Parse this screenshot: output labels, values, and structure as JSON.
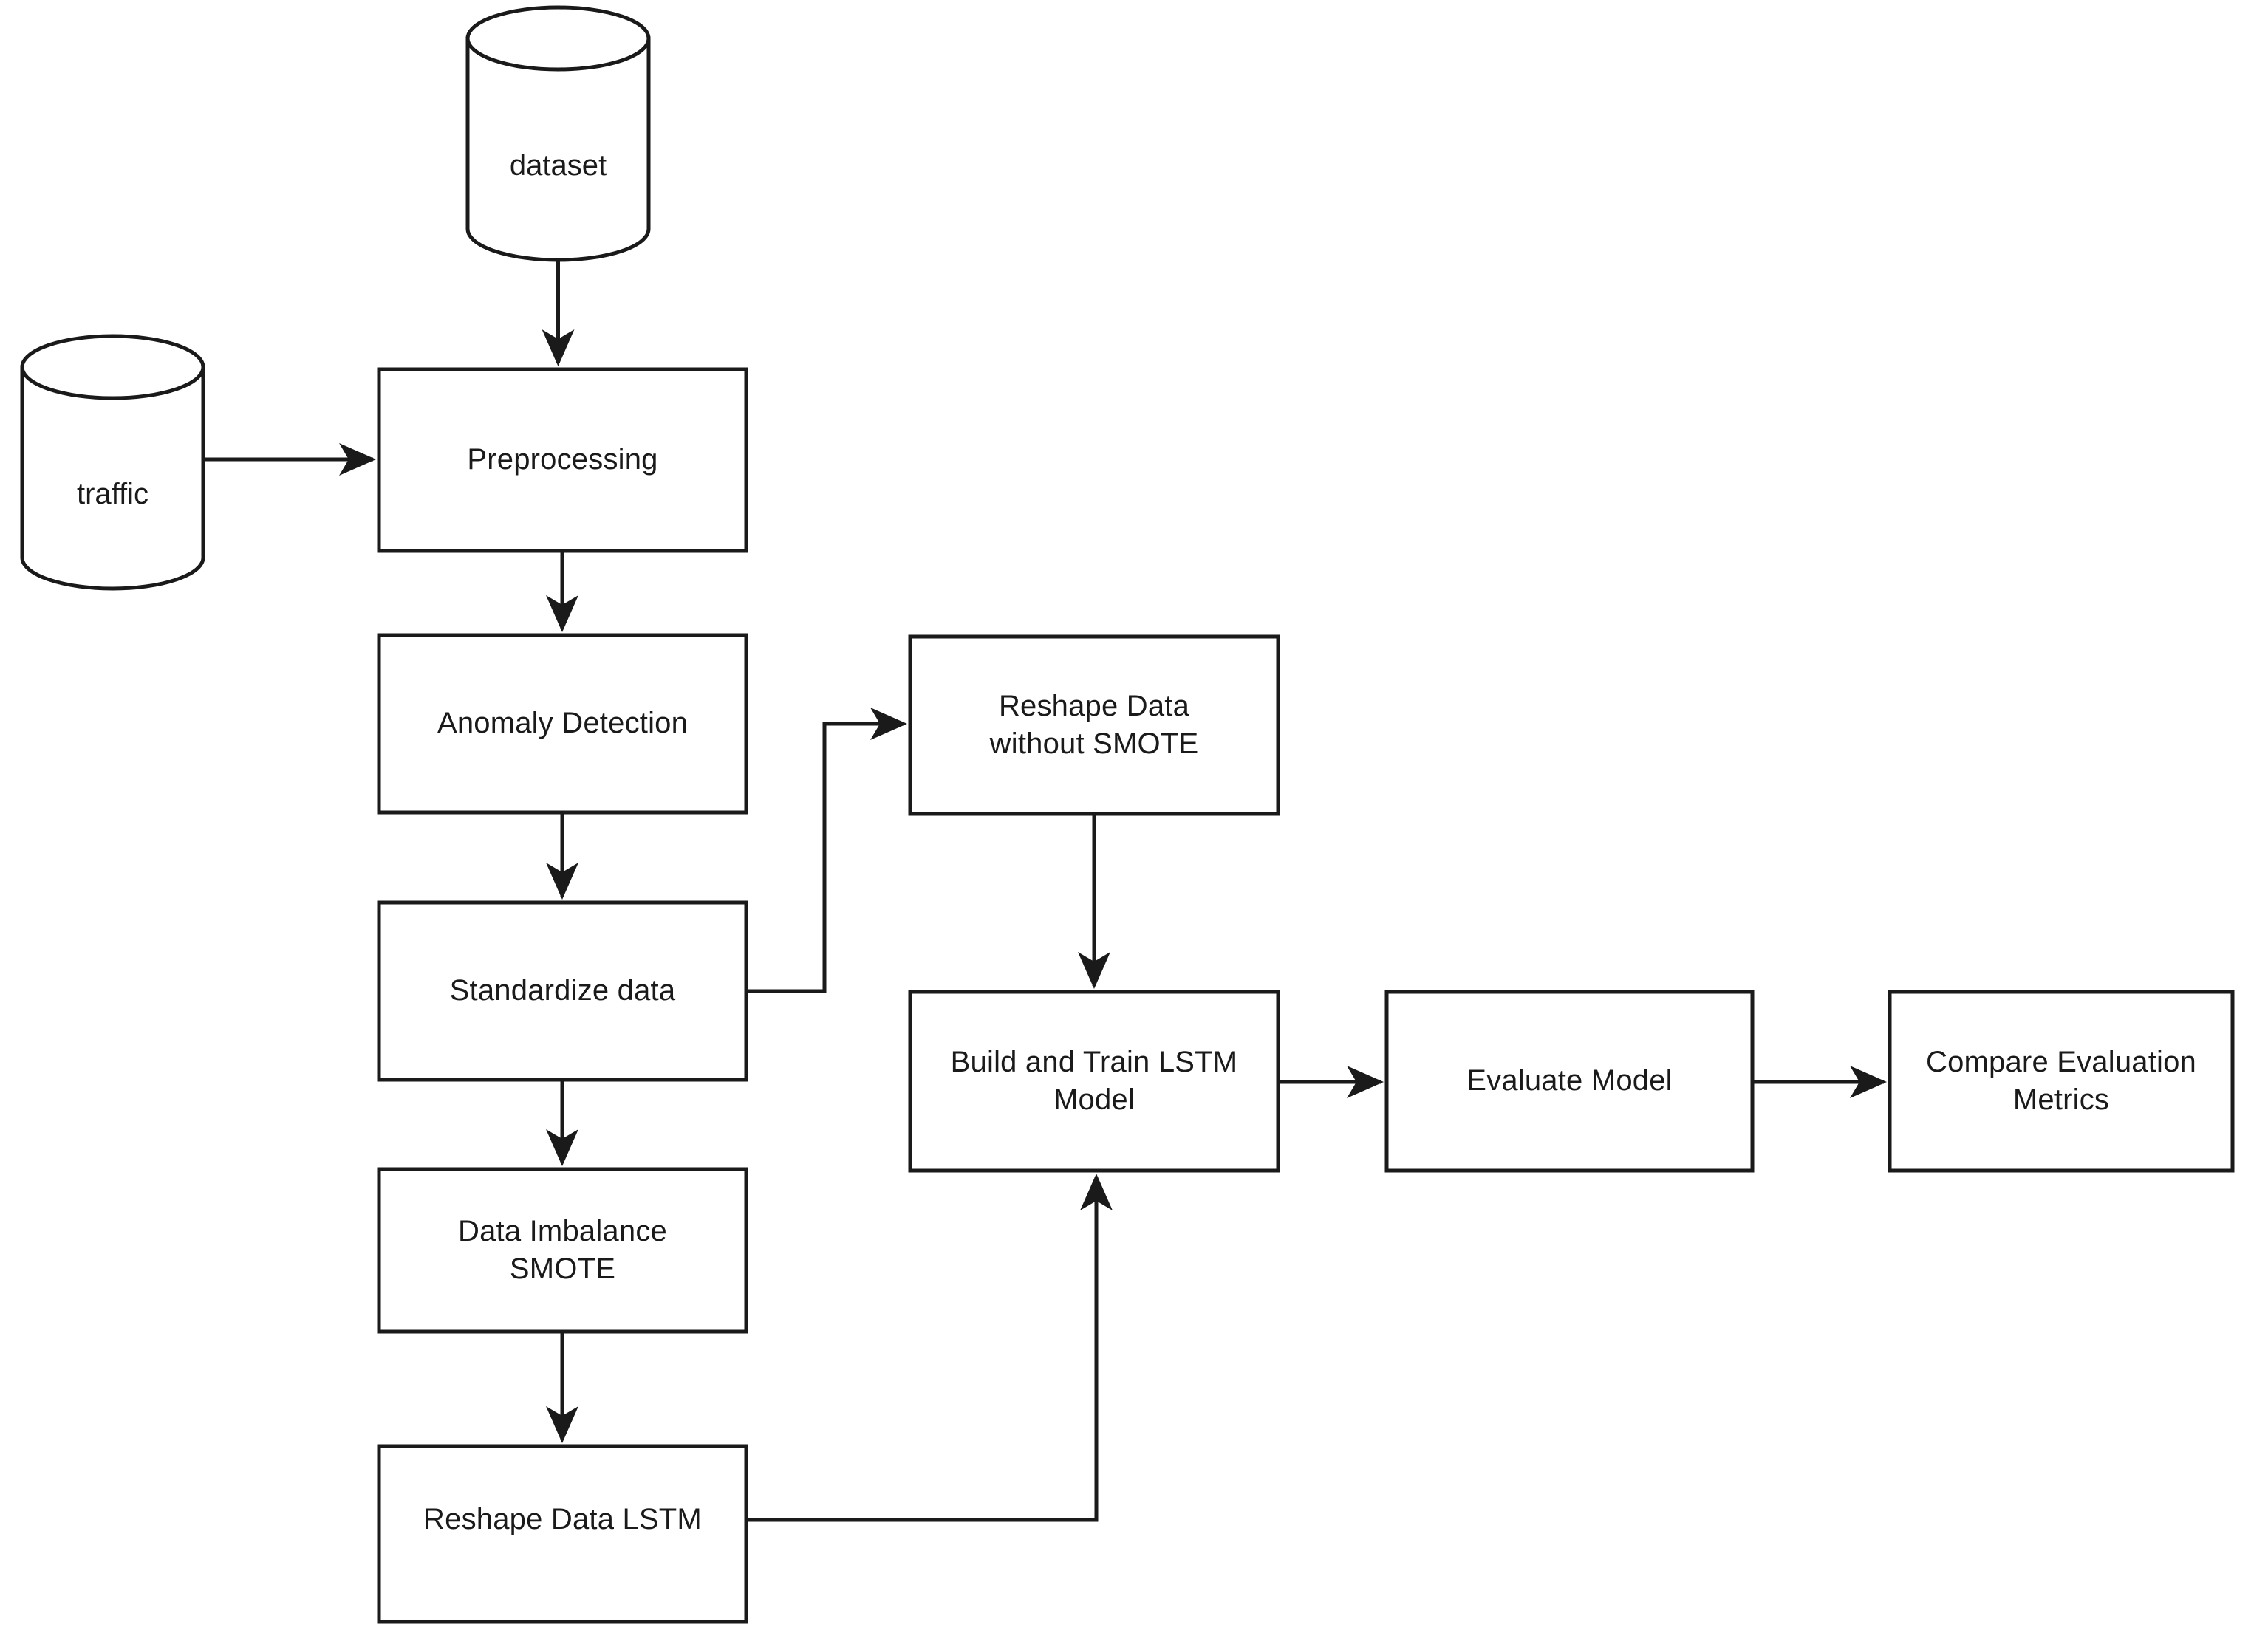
{
  "diagram": {
    "type": "flowchart",
    "background_color": "#ffffff",
    "stroke_color": "#1a1a1a",
    "text_color": "#1a1a1a",
    "fill_color": "#ffffff"
  },
  "nodes": {
    "dataset": {
      "label": "dataset",
      "shape": "cylinder"
    },
    "traffic": {
      "label": "traffic",
      "shape": "cylinder"
    },
    "preprocessing": {
      "label": "Preprocessing",
      "shape": "rectangle"
    },
    "anomaly_detection": {
      "label": "Anomaly Detection",
      "shape": "rectangle"
    },
    "standardize_data": {
      "label": "Standardize data",
      "shape": "rectangle"
    },
    "data_imbalance_smote": {
      "label": "Data Imbalance\nSMOTE",
      "shape": "rectangle"
    },
    "reshape_data_lstm": {
      "label": "Reshape Data LSTM",
      "shape": "rectangle"
    },
    "reshape_without_smote": {
      "label": "Reshape Data\nwithout SMOTE",
      "shape": "rectangle"
    },
    "build_train_lstm": {
      "label": "Build and Train LSTM\nModel",
      "shape": "rectangle"
    },
    "evaluate_model": {
      "label": "Evaluate Model",
      "shape": "rectangle"
    },
    "compare_metrics": {
      "label": "Compare Evaluation\nMetrics",
      "shape": "rectangle"
    }
  },
  "edges": [
    {
      "from": "dataset",
      "to": "preprocessing",
      "style": "straight-down"
    },
    {
      "from": "traffic",
      "to": "preprocessing",
      "style": "straight-right"
    },
    {
      "from": "preprocessing",
      "to": "anomaly_detection",
      "style": "straight-down"
    },
    {
      "from": "anomaly_detection",
      "to": "standardize_data",
      "style": "straight-down"
    },
    {
      "from": "standardize_data",
      "to": "reshape_without_smote",
      "style": "elbow-right-up"
    },
    {
      "from": "standardize_data",
      "to": "data_imbalance_smote",
      "style": "straight-down"
    },
    {
      "from": "data_imbalance_smote",
      "to": "reshape_data_lstm",
      "style": "straight-down"
    },
    {
      "from": "reshape_without_smote",
      "to": "build_train_lstm",
      "style": "straight-down"
    },
    {
      "from": "reshape_data_lstm",
      "to": "build_train_lstm",
      "style": "elbow-right-up"
    },
    {
      "from": "build_train_lstm",
      "to": "evaluate_model",
      "style": "straight-right"
    },
    {
      "from": "evaluate_model",
      "to": "compare_metrics",
      "style": "straight-right"
    }
  ]
}
